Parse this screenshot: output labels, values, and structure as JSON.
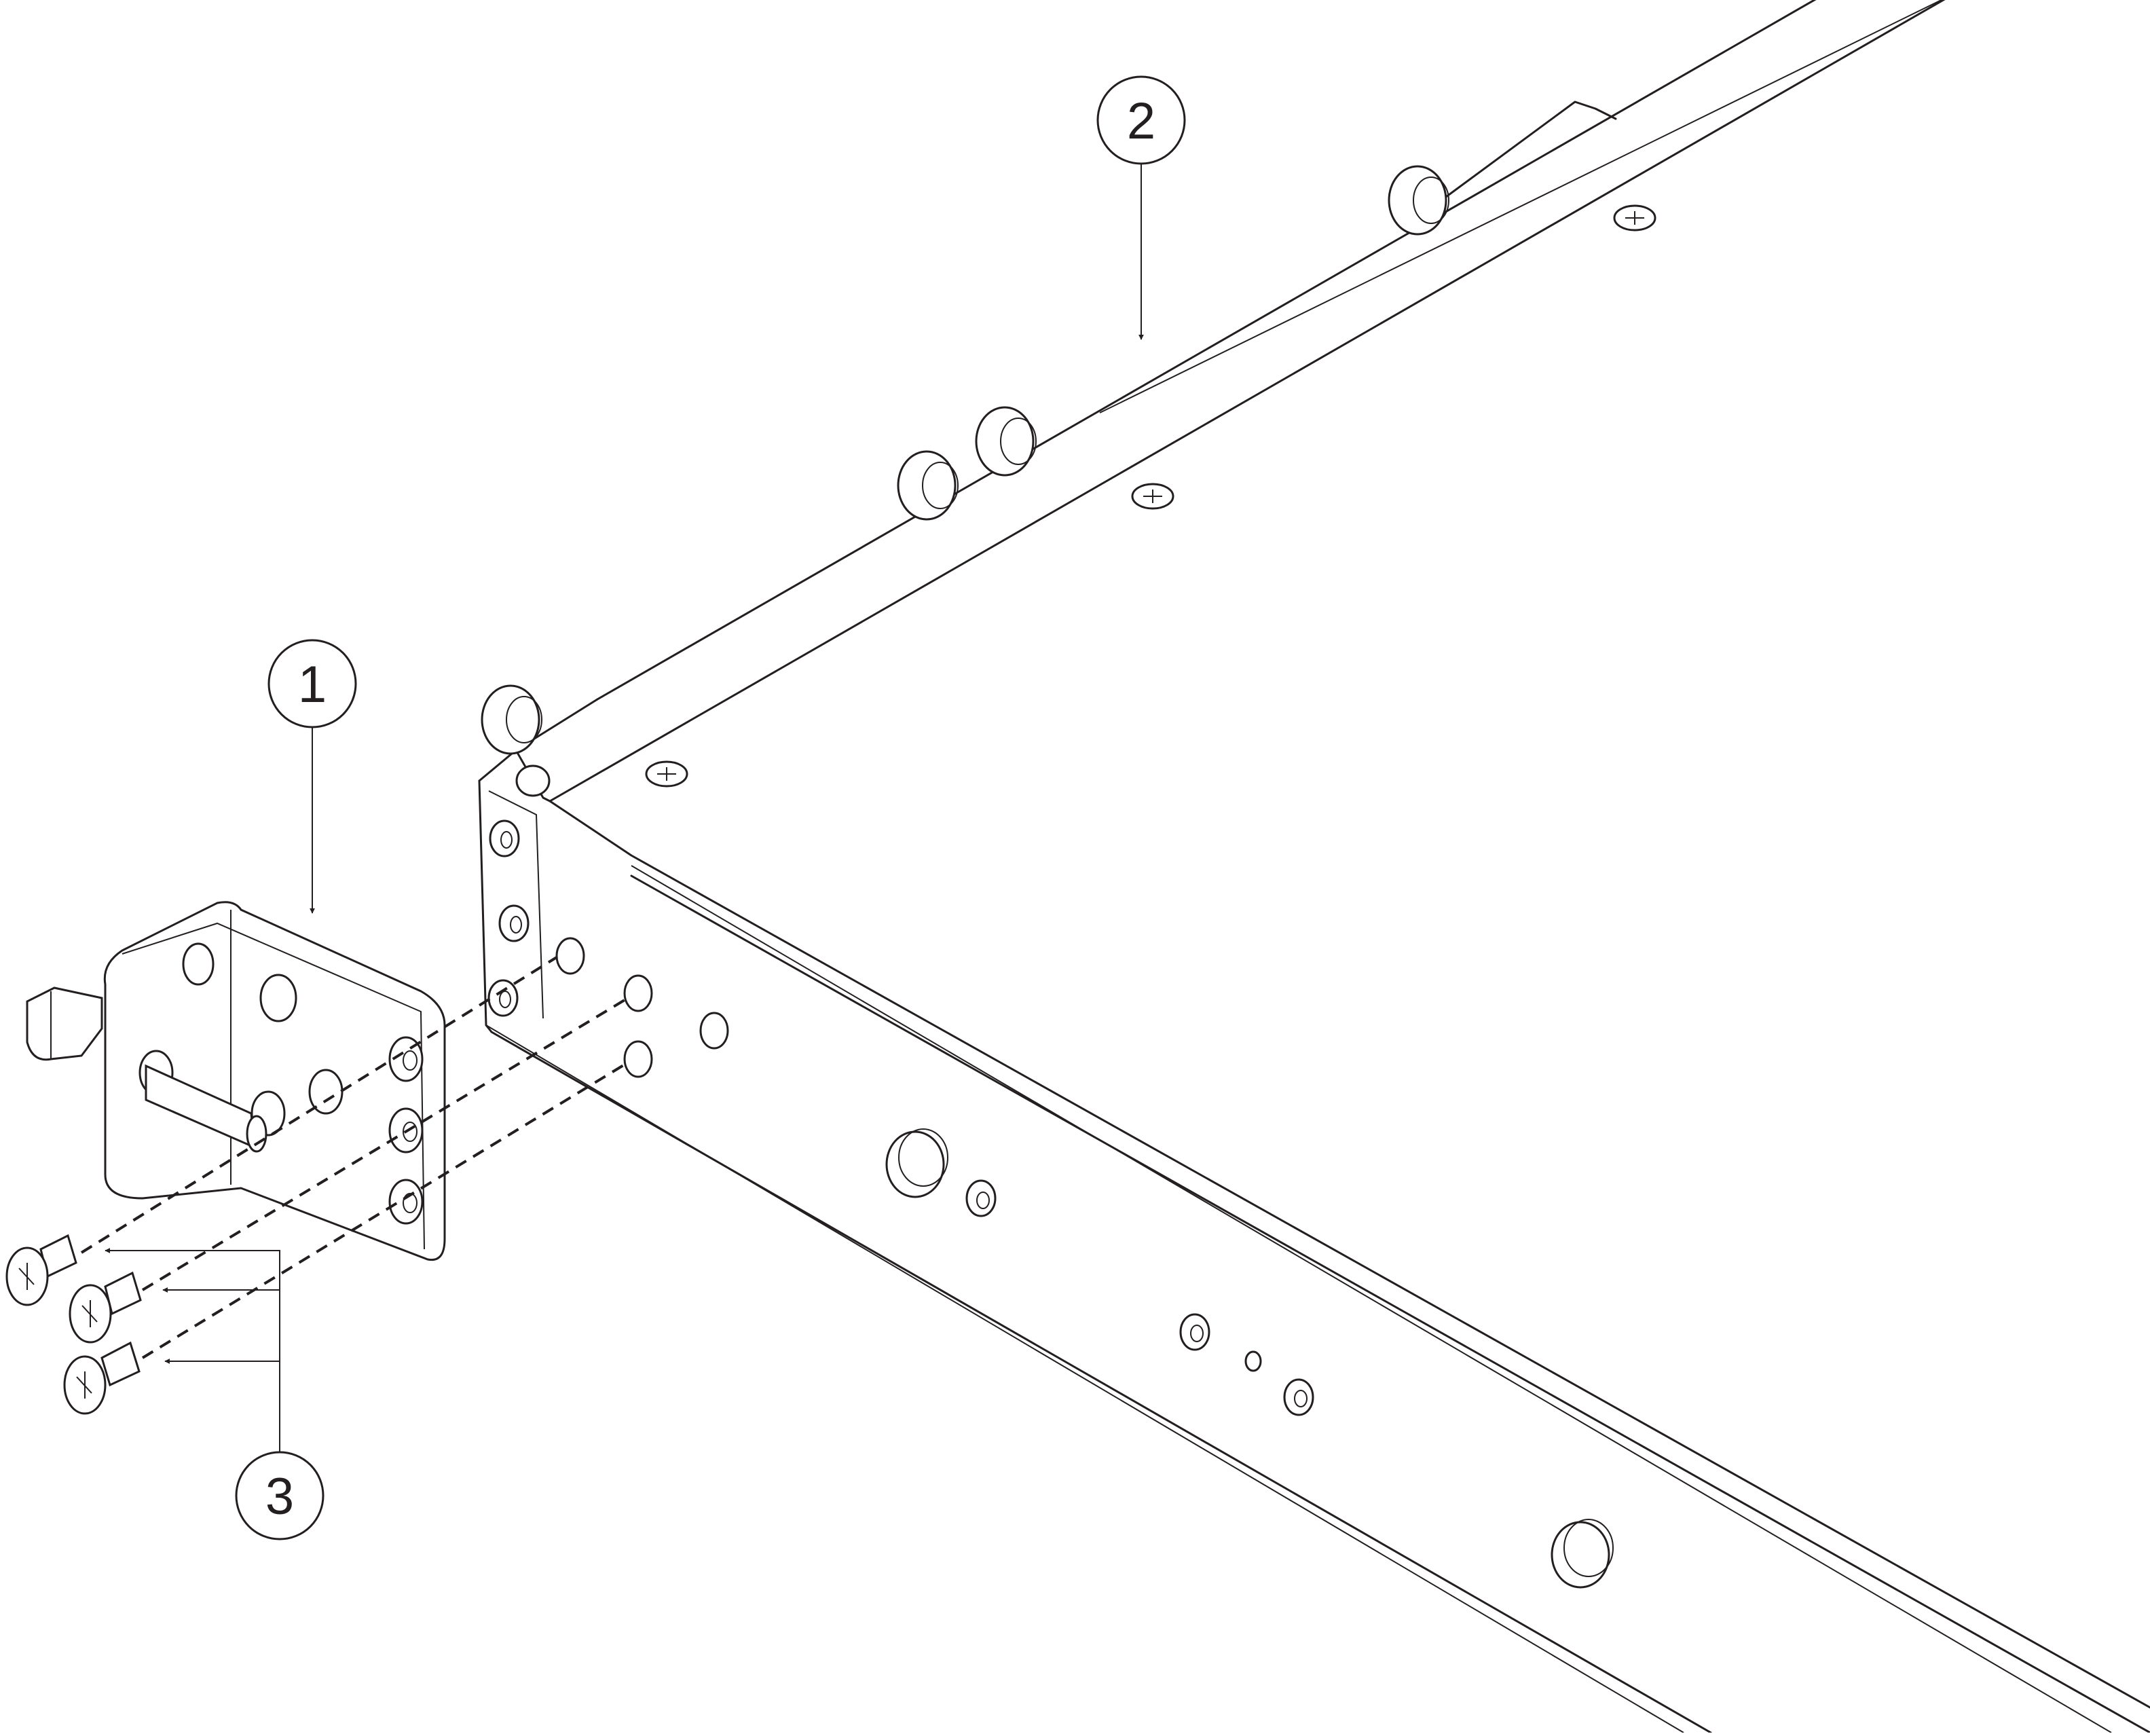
{
  "callouts": [
    {
      "id": "1",
      "label": "1"
    },
    {
      "id": "2",
      "label": "2"
    },
    {
      "id": "3",
      "label": "3"
    }
  ],
  "colors": {
    "line": "#231f20",
    "background": "#ffffff"
  }
}
